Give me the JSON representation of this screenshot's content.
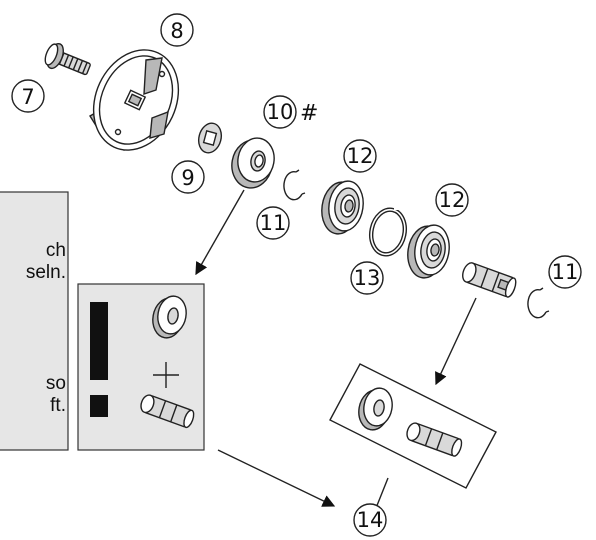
{
  "parts": [
    {
      "id": "7",
      "label": "7"
    },
    {
      "id": "8",
      "label": "8"
    },
    {
      "id": "9",
      "label": "9"
    },
    {
      "id": "10",
      "label": "10"
    },
    {
      "id": "11a",
      "label": "11"
    },
    {
      "id": "11b",
      "label": "11"
    },
    {
      "id": "12a",
      "label": "12"
    },
    {
      "id": "12b",
      "label": "12"
    },
    {
      "id": "13",
      "label": "13"
    },
    {
      "id": "14",
      "label": "14"
    }
  ],
  "marker_10": "#",
  "note_box": {
    "lines": [
      "ch",
      "seln.",
      "",
      "",
      "so",
      "ft."
    ]
  },
  "warning": {
    "exclamation": "!",
    "plus": "+"
  }
}
